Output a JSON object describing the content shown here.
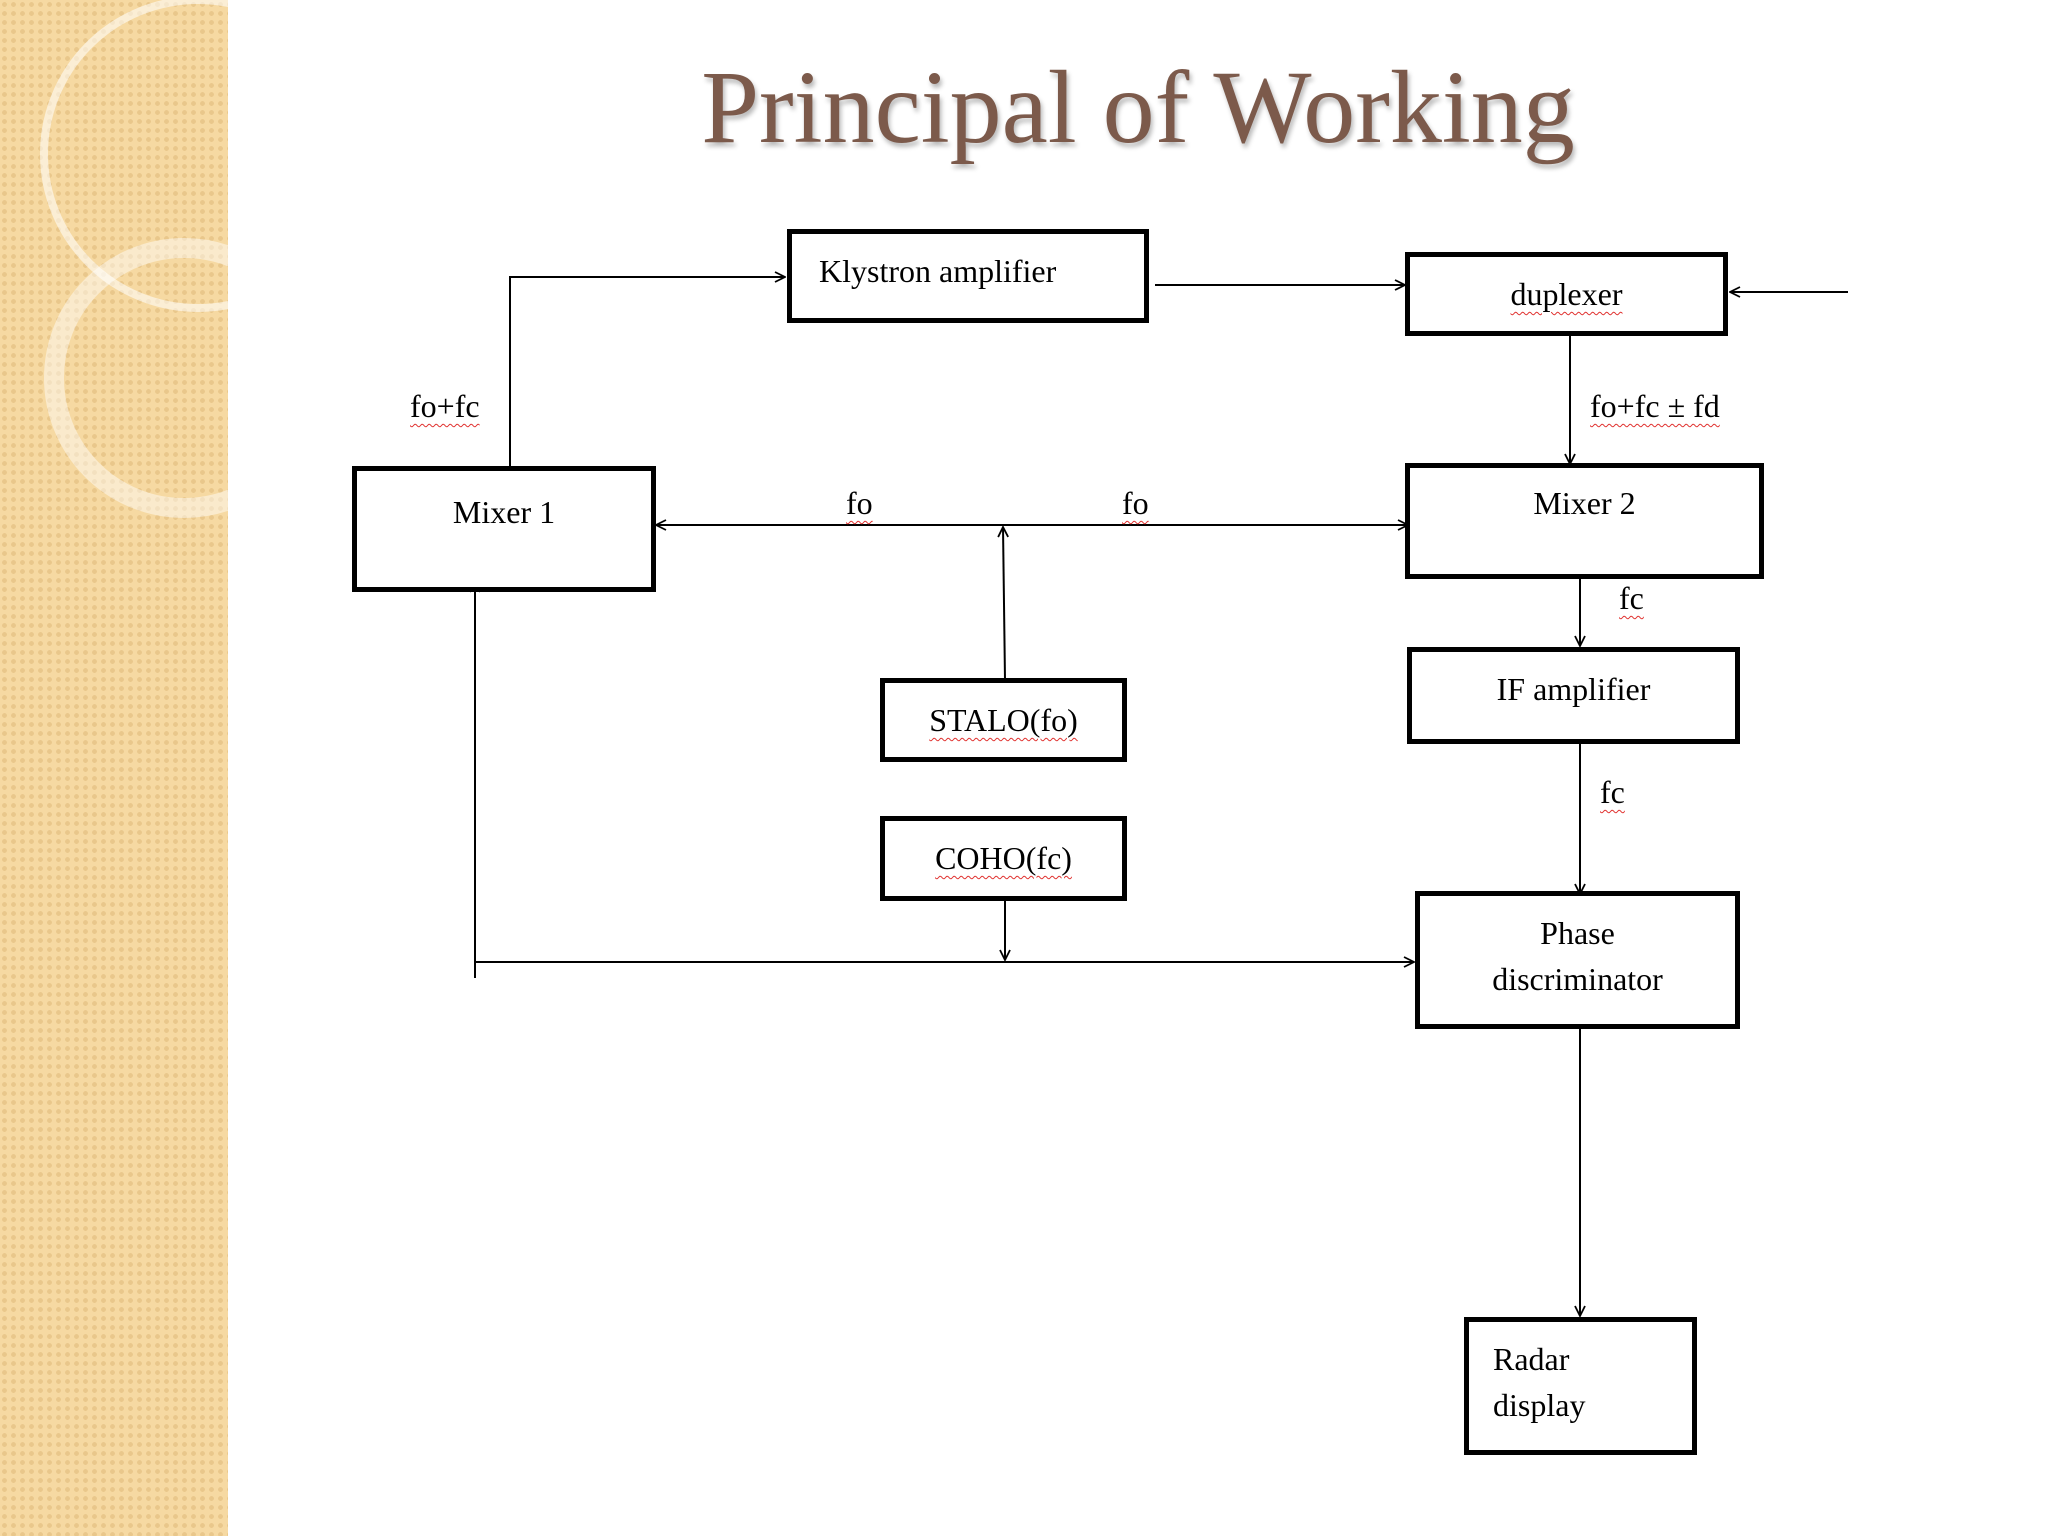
{
  "slide": {
    "title": "Principal of Working"
  },
  "blocks": {
    "klystron": "Klystron amplifier",
    "duplexer": "duplexer",
    "mixer1": "Mixer 1",
    "mixer2": "Mixer 2",
    "stalo": "STALO(fo)",
    "coho": "COHO(fc)",
    "if_amp": "IF amplifier",
    "phase_line1": "Phase",
    "phase_line2": "discriminator",
    "radar_line1": "Radar",
    "radar_line2": "display"
  },
  "signals": {
    "mixer1_out": "fo+fc",
    "duplexer_out": "fo+fc ± fd",
    "stalo_to_mixer1": "fo",
    "stalo_to_mixer2": "fo",
    "mixer2_out": "fc",
    "if_out": "fc"
  }
}
